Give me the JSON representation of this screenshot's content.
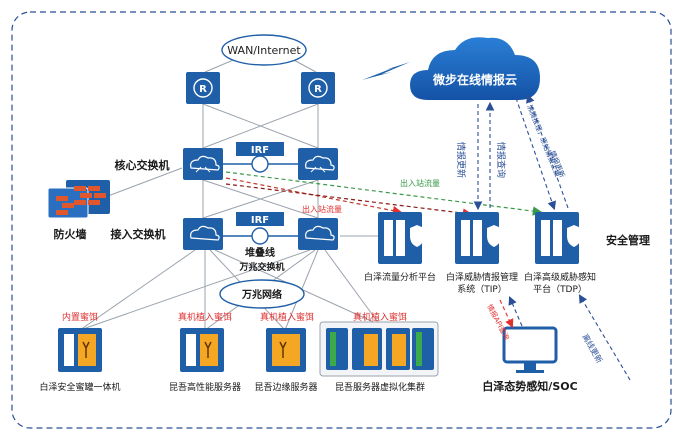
{
  "wan": "WAN/Internet",
  "cloud": "微步在线情报云",
  "core_label": "核心交换机",
  "access_label": "接入交换机",
  "firewall_label": "防火墙",
  "irf": "IRF",
  "stack_line": "堆叠线",
  "gigabit_switch": "万兆交换机",
  "gigabit_network": "万兆网络",
  "security_mgmt": "安全管理",
  "soc": "白泽态势感知/SOC",
  "router_glyph": "R",
  "flow_labels": {
    "upper": "出入站流量",
    "lower": "出入站流量"
  },
  "intel_labels": {
    "update": "情报更新",
    "query": "情报查询",
    "tdp_a": "沸腾推理，原始情报上报",
    "tdp_b": "情报更新",
    "api": "情报API查询",
    "offline": "离线更新"
  },
  "platforms": [
    {
      "name": "白泽流量分析平台"
    },
    {
      "name": "白泽威胁情报管理",
      "name2": "系统（TIP）"
    },
    {
      "name": "白泽高级威胁感知",
      "name2": "平台（TDP）"
    }
  ],
  "honeypot_tags": [
    "内置蜜饵",
    "真机植入蜜饵",
    "真机植入蜜饵",
    "真机植入蜜饵"
  ],
  "servers": [
    "白泽安全蜜罐一体机",
    "昆吾高性能服务器",
    "昆吾边缘服务器",
    "昆吾服务器虚拟化集群"
  ],
  "colors": {
    "blue": "#1f5fa8",
    "navy": "#1b3f7a",
    "red": "#e03030",
    "green": "#3a9a4a",
    "dashed": "#2b4f96"
  }
}
